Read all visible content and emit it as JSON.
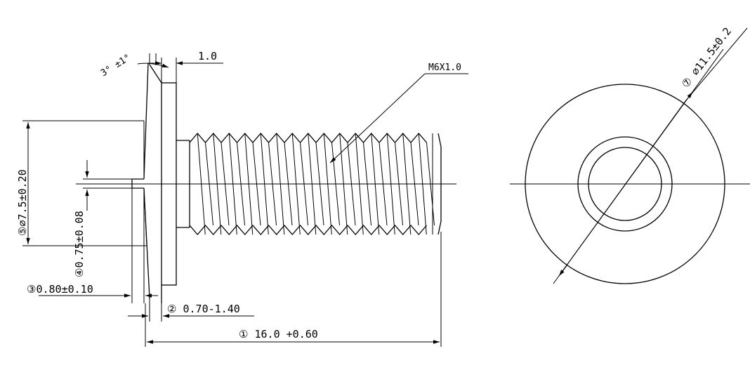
{
  "labels": {
    "angle": "3° ±1°",
    "flange_thickness": "1.0",
    "thread": "M6X1.0",
    "outer_diameter": "⑦ ⌀11.5±0.2",
    "flange_diameter": "⑤⌀7.5±0.20",
    "head_step": "④0.75±0.08",
    "gap_tolerance": "③0.80±0.10",
    "gap_range": "② 0.70-1.40",
    "total_length": "① 16.0 +0.60"
  }
}
